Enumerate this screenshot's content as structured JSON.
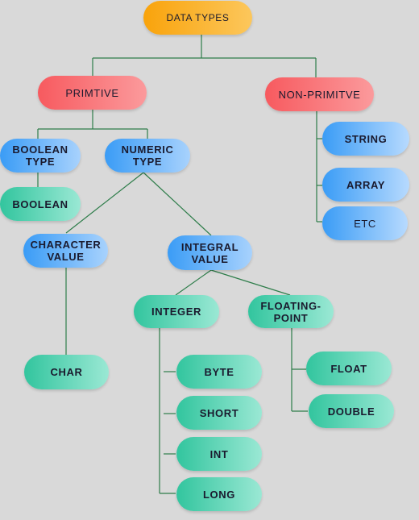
{
  "diagram": {
    "root": "DATA TYPES",
    "primitive": "PRIMTIVE",
    "non_primitive": "NON-PRIMITVE",
    "boolean_type": "BOOLEAN\nTYPE",
    "numeric_type": "NUMERIC\nTYPE",
    "boolean": "BOOLEAN",
    "character_value": "CHARACTER\nVALUE",
    "integral_value": "INTEGRAL\nVALUE",
    "char": "CHAR",
    "integer": "INTEGER",
    "floating_point": "FLOATING-\nPOINT",
    "byte": "BYTE",
    "short": "SHORT",
    "int": "INT",
    "long": "LONG",
    "float": "FLOAT",
    "double": "DOUBLE",
    "string": "STRING",
    "array": "ARRAY",
    "etc": "ETC"
  },
  "colors": {
    "root": "#f9a30b",
    "category": "#f75a5f",
    "type": "#3a9cf6",
    "leaf": "#32c59e",
    "connector": "#2e7d4a",
    "background": "#d9d9d9"
  }
}
